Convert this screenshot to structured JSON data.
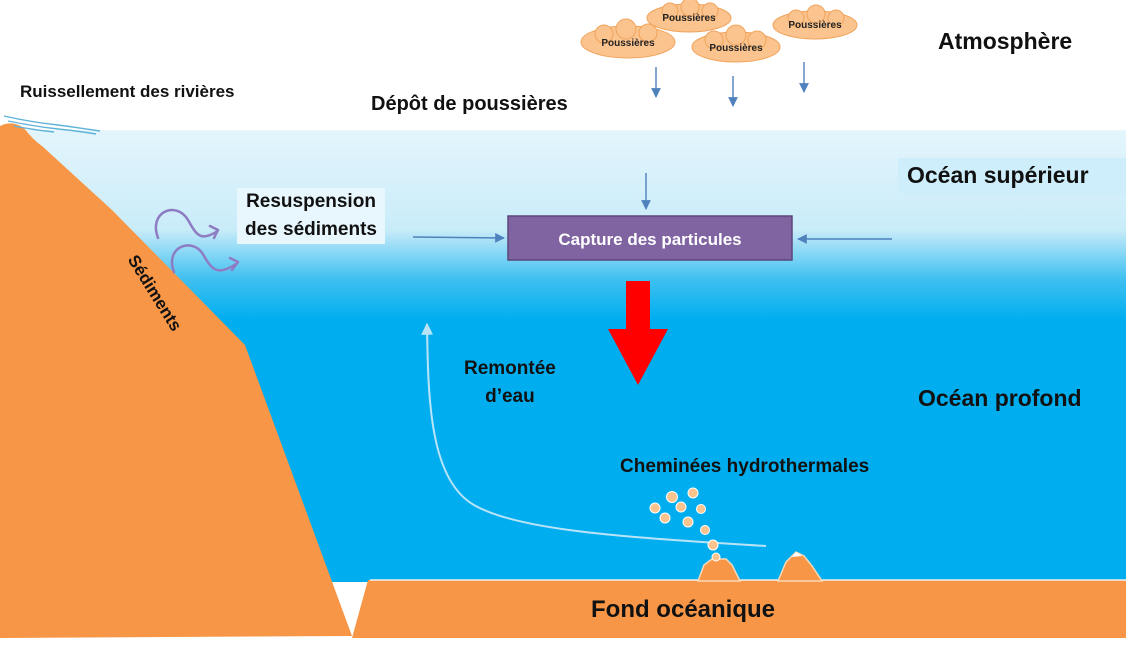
{
  "labels": {
    "atmosphere": "Atmosphère",
    "river_runoff": "Ruissellement des rivières",
    "dust_deposition": "Dépôt de poussières",
    "upper_ocean": "Océan supérieur",
    "resuspension": "Resuspension\ndes sédiments",
    "particle_capture": "Capture des particules",
    "sediments": "Sédiments",
    "upwelling": "Remontée\nd’eau",
    "deep_ocean": "Océan profond",
    "hydrothermal_vents": "Cheminées hydrothermales",
    "ocean_floor": "Fond océanique"
  },
  "dust_clouds": [
    "Poussières",
    "Poussières",
    "Poussières",
    "Poussières"
  ],
  "colors": {
    "atmosphere": "#ffffff",
    "upper_ocean": "#d6f0fa",
    "deep_ocean": "#00aeef",
    "land": "#f79646",
    "capture_box": "#8064a2",
    "downward_flux_arrow": "#ff0000",
    "flow_arrows": "#4f81bd",
    "upwelling_arrow": "#9dd8f2",
    "resuspension_arrows": "#8e7cc3",
    "cloud_fill": "#fbc48f"
  }
}
